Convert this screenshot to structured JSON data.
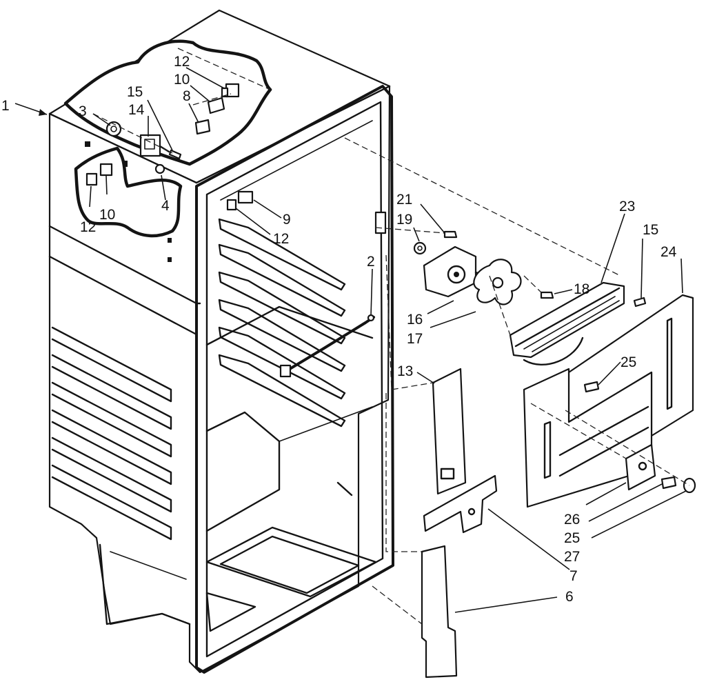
{
  "diagram": {
    "callouts": [
      {
        "id": "c1",
        "label": "1"
      },
      {
        "id": "c12a",
        "label": "12"
      },
      {
        "id": "c10a",
        "label": "10"
      },
      {
        "id": "c15a",
        "label": "15"
      },
      {
        "id": "c8",
        "label": "8"
      },
      {
        "id": "c3",
        "label": "3"
      },
      {
        "id": "c14",
        "label": "14"
      },
      {
        "id": "c4",
        "label": "4"
      },
      {
        "id": "c12b",
        "label": "12"
      },
      {
        "id": "c10b",
        "label": "10"
      },
      {
        "id": "c9",
        "label": "9"
      },
      {
        "id": "c12c",
        "label": "12"
      },
      {
        "id": "c2",
        "label": "2"
      },
      {
        "id": "c21",
        "label": "21"
      },
      {
        "id": "c19",
        "label": "19"
      },
      {
        "id": "c23",
        "label": "23"
      },
      {
        "id": "c15b",
        "label": "15"
      },
      {
        "id": "c24",
        "label": "24"
      },
      {
        "id": "c18",
        "label": "18"
      },
      {
        "id": "c16",
        "label": "16"
      },
      {
        "id": "c17",
        "label": "17"
      },
      {
        "id": "c25a",
        "label": "25"
      },
      {
        "id": "c13",
        "label": "13"
      },
      {
        "id": "c26",
        "label": "26"
      },
      {
        "id": "c25b",
        "label": "25"
      },
      {
        "id": "c27",
        "label": "27"
      },
      {
        "id": "c7",
        "label": "7"
      },
      {
        "id": "c6",
        "label": "6"
      }
    ]
  }
}
